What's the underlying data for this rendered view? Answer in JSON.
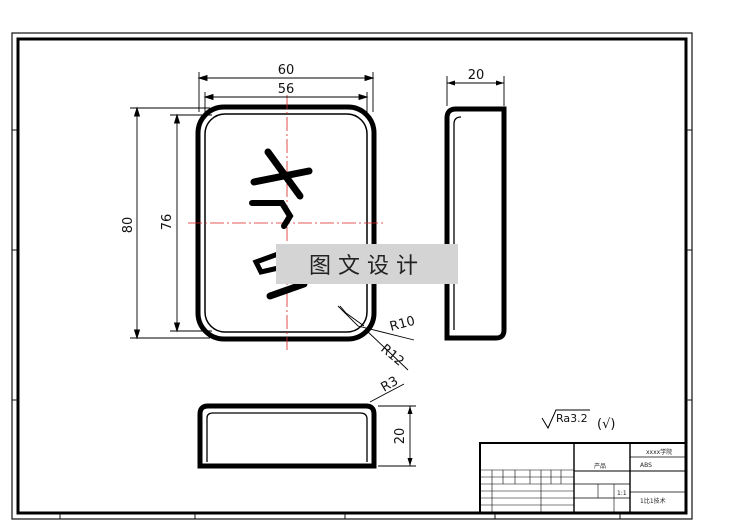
{
  "dimensions": {
    "outer_width": "60",
    "inner_width": "56",
    "outer_height": "80",
    "inner_height": "76",
    "side_thickness": "20",
    "front_height": "20",
    "radius_outer": "R10",
    "radius_mid": "R12",
    "radius_small": "R3"
  },
  "surface_finish": {
    "value": "Ra3.2",
    "remark": "(√)"
  },
  "title_block": {
    "school": "xxxx学院",
    "product_label": "产品",
    "part_code": "ABS",
    "scale": "1:1",
    "material": "1比1技术"
  },
  "watermark": "图文设计"
}
